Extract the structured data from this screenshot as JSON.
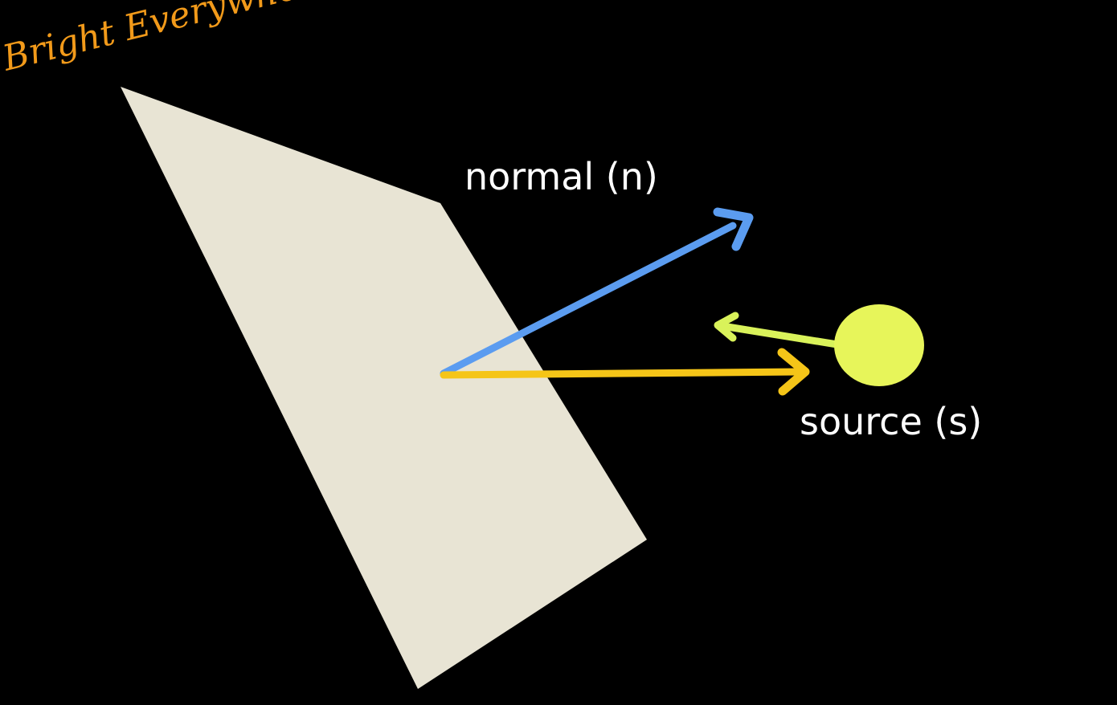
{
  "labels": {
    "normal": "normal (n)",
    "source": "source (s)"
  },
  "annotation": {
    "text": "Bright Everywhere"
  },
  "colors": {
    "background": "#000000",
    "surface": "#e8e4d4",
    "normal_arrow": "#5b9cf0",
    "source_arrow": "#f5c518",
    "light_source": "#e7f55a",
    "light_ray": "#d9f25a",
    "annotation": "#f29a1a",
    "label_text": "#ffffff"
  },
  "icons": {
    "light_source": "light-source-icon"
  }
}
